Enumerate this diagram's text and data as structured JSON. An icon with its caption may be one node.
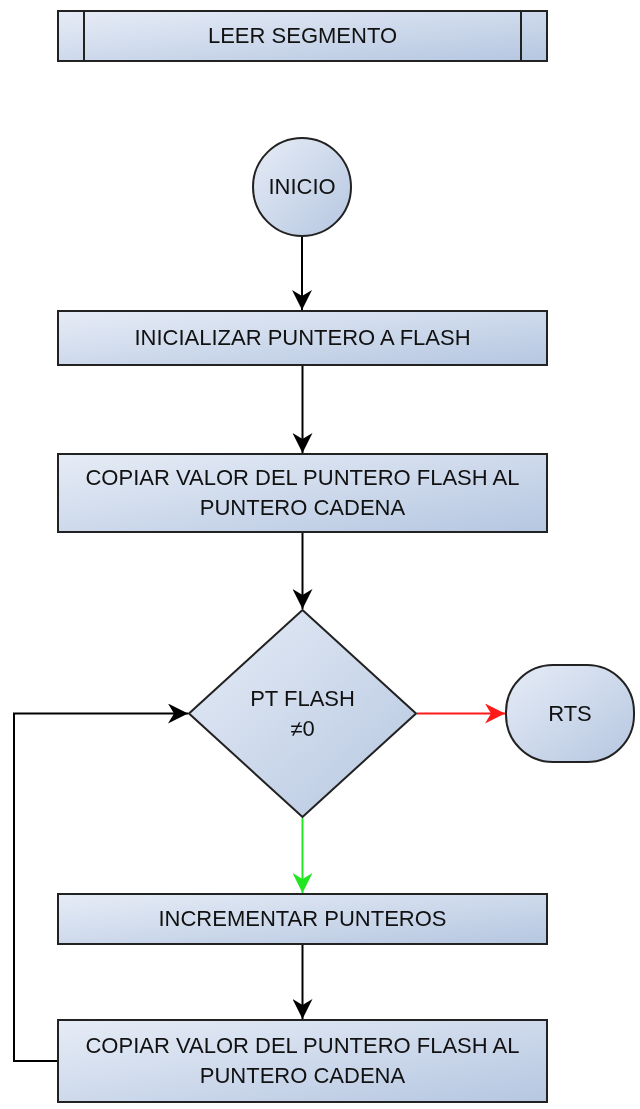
{
  "diagram": {
    "nodes": [
      {
        "text": [
          "LEER SEGMENTO"
        ]
      },
      {
        "text": [
          "INICIO"
        ]
      },
      {
        "text": [
          "INICIALIZAR PUNTERO A FLASH"
        ]
      },
      {
        "text": [
          "COPIAR VALOR DEL PUNTERO FLASH AL PUNTERO CADENA"
        ]
      },
      {
        "text": [
          "PT FLASH ≠0"
        ]
      },
      {
        "text": [
          "RTS"
        ]
      },
      {
        "text": [
          "INCREMENTAR PUNTEROS"
        ]
      },
      {
        "text": [
          "COPIAR VALOR DEL PUNTERO FLASH AL PUNTERO CADENA"
        ]
      }
    ],
    "edges": [
      {
        "from": 1,
        "to": 2,
        "arrow": "to"
      },
      {
        "from": 2,
        "to": 3,
        "arrow": "to"
      },
      {
        "from": 3,
        "to": 4,
        "arrow": "to"
      },
      {
        "from": 4,
        "to": 5,
        "arrow": "to",
        "color": "#ff1a1a"
      },
      {
        "from": 4,
        "to": 6,
        "arrow": "to",
        "color": "#22e622"
      },
      {
        "from": 6,
        "to": 7,
        "arrow": "to"
      },
      {
        "from": 7,
        "to": 4,
        "arrow": "to"
      }
    ]
  }
}
